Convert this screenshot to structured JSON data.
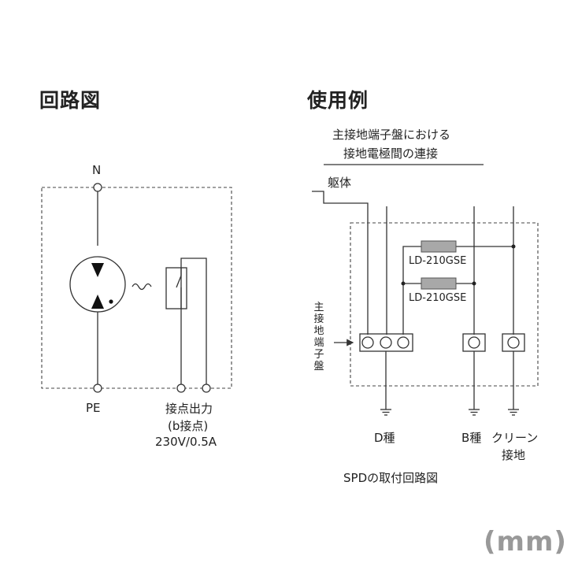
{
  "circuit": {
    "title": "回路図",
    "label_n": "N",
    "label_pe": "PE",
    "contact_line1": "接点出力",
    "contact_line2": "(b接点)",
    "contact_line3": "230V/0.5A"
  },
  "usage": {
    "title": "使用例",
    "caption_line1": "主接地端子盤における",
    "caption_line2": "接地電極間の連接",
    "label_body": "躯体",
    "device1": "LD-210GSE",
    "device2": "LD-210GSE",
    "main_terminal_board": "主接地端子盤",
    "ground_d": "D種",
    "ground_b": "B種",
    "ground_clean_line1": "クリーン",
    "ground_clean_line2": "接地",
    "figure_caption": "SPDの取付回路図"
  },
  "unit_label": "(mm)"
}
